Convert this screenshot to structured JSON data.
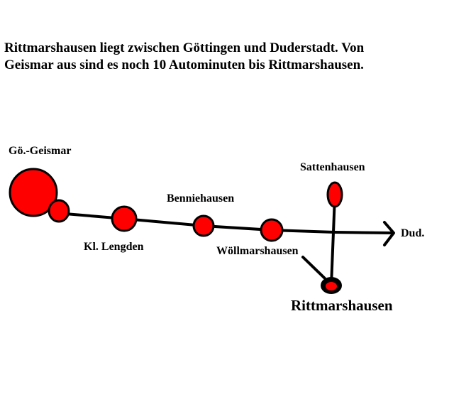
{
  "intro": {
    "line1": "Rittmarshausen liegt zwischen Göttingen und Duderstadt. Von",
    "line2": "Geismar aus sind es noch 10 Autominuten bis Rittmarshausen."
  },
  "places": {
    "geismar": "Gö.-Geismar",
    "kl_lengden": "Kl. Lengden",
    "benniehausen": "Benniehausen",
    "woellmarshausen": "Wöllmarshausen",
    "sattenhausen": "Sattenhausen",
    "rittmarshausen": "Rittmarshausen",
    "duderstadt": "Dud."
  },
  "colors": {
    "town_fill": "#ff0000",
    "destination_ring": "#000000",
    "road": "#000000"
  },
  "icons": {
    "arrow": "arrow-right-icon"
  }
}
